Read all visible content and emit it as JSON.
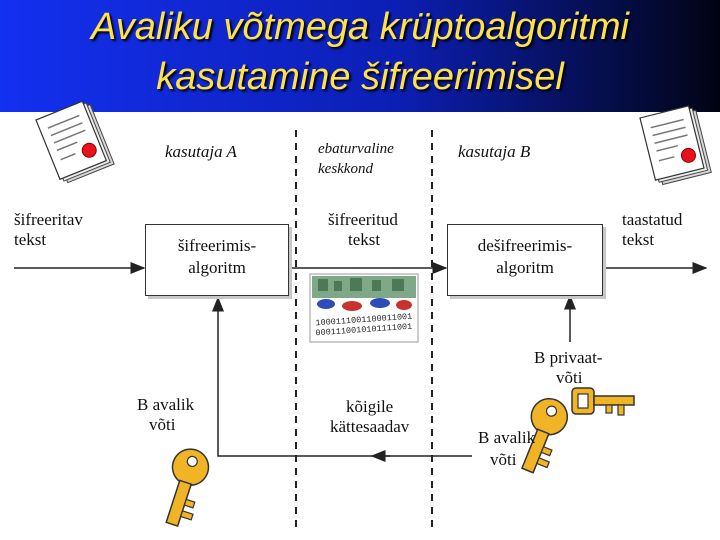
{
  "title": {
    "line1": "Avaliku võtmega krüptoalgoritmi",
    "line2": "kasutamine šifreerimisel"
  },
  "labels": {
    "user_a": "kasutaja A",
    "insecure_env_1": "ebaturvaline",
    "insecure_env_2": "keskkond",
    "user_b": "kasutaja B",
    "plaintext_1": "šifreeritav",
    "plaintext_2": "tekst",
    "ciphertext_1": "šifreeritud",
    "ciphertext_2": "tekst",
    "recovered_1": "taastatud",
    "recovered_2": "tekst",
    "b_private_key_1": "B privaat-",
    "b_private_key_2": "võti",
    "b_public_key_left_1": "B avalik",
    "b_public_key_left_2": "võti",
    "public_access_1": "kõigile",
    "public_access_2": "kättesaadav",
    "b_public_key_right_1": "B avalik",
    "b_public_key_right_2": "võti"
  },
  "boxes": {
    "encrypt_1": "šifreerimis-",
    "encrypt_2": "algoritm",
    "decrypt_1": "dešifreerimis-",
    "decrypt_2": "algoritm"
  },
  "binary_rows": [
    "1000111001100011001",
    "0001110010101111001"
  ],
  "colors": {
    "header_start": "#1430f0",
    "header_end": "#020414",
    "title_text": "#ffe24a",
    "key_fill": "#f2b427",
    "seal_red": "#e8121a"
  },
  "icons": [
    "document-icon",
    "binary-image-icon",
    "key-icon"
  ]
}
